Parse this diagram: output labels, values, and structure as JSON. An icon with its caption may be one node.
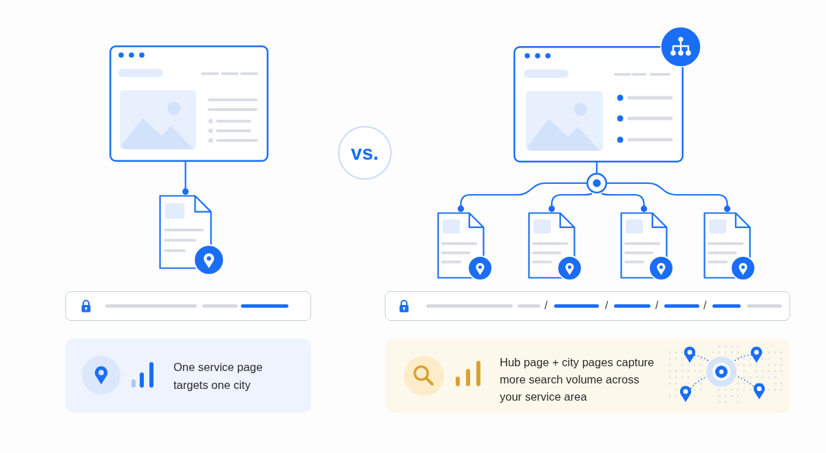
{
  "diagram": {
    "nodes": [
      {
        "text": [],
        "shape": "picture"
      },
      {
        "text": [],
        "shape": "picture"
      },
      {
        "text": [
          "vs."
        ]
      },
      {
        "text": [],
        "shape": "picture"
      },
      {
        "text": [],
        "shape": "circle"
      },
      {
        "text": [],
        "shape": "picture"
      },
      {
        "text": [],
        "shape": "picture"
      },
      {
        "text": [],
        "shape": "picture"
      },
      {
        "text": [],
        "shape": "picture"
      },
      {
        "text": [
          "One service page targets one city"
        ]
      },
      {
        "text": [
          "Hub page + city pages capture more search volume across your service area"
        ]
      }
    ],
    "edges": [
      {
        "from": 0,
        "to": 1,
        "arrow": "other"
      },
      {
        "from": 3,
        "to": 4,
        "arrow": "none"
      },
      {
        "from": 4,
        "to": 5,
        "arrow": "other"
      },
      {
        "from": 4,
        "to": 6,
        "arrow": "other"
      },
      {
        "from": 4,
        "to": 7,
        "arrow": "other"
      },
      {
        "from": 4,
        "to": 8,
        "arrow": "other"
      }
    ],
    "labels": [
      "/",
      "/",
      "/",
      "/"
    ]
  }
}
